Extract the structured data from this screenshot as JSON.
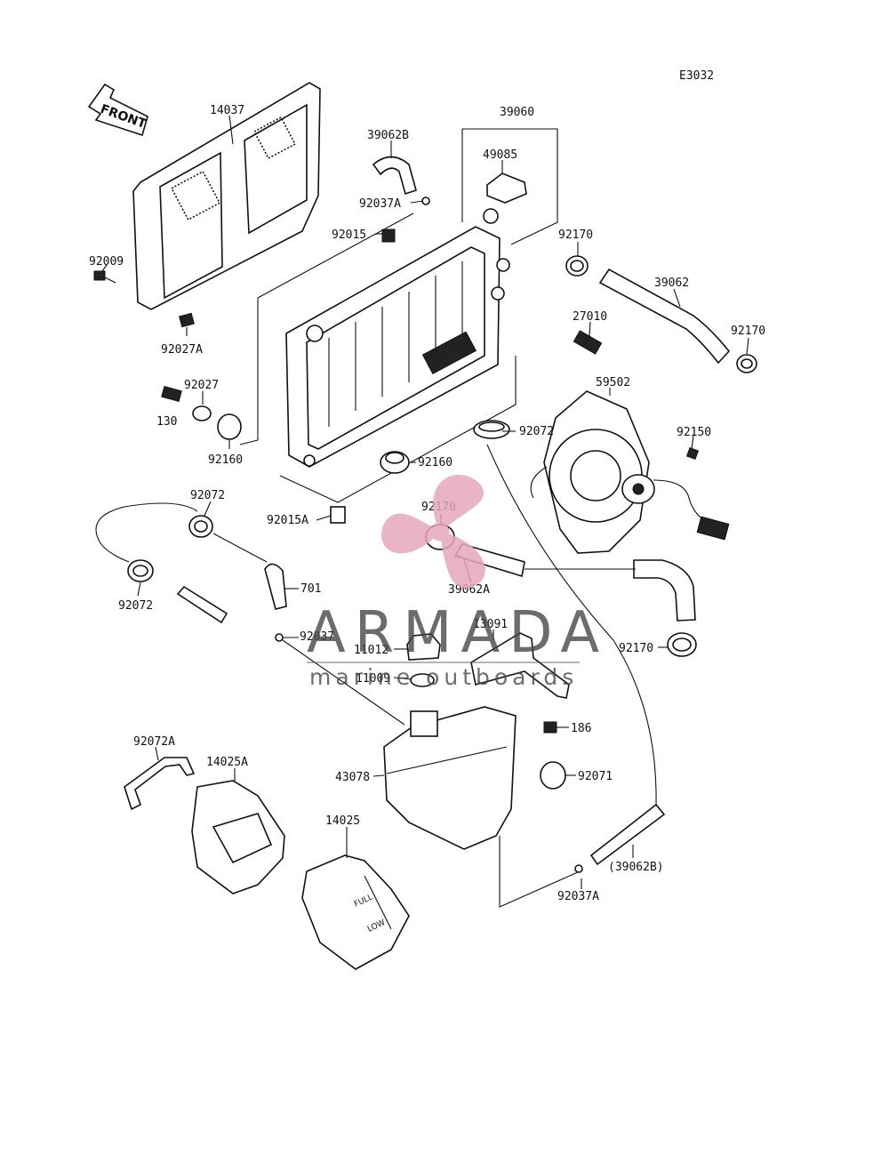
{
  "diagram_code": "E3032",
  "front_arrow_label": "FRONT",
  "watermark": {
    "brand": "ARMADA",
    "tagline": "marine outboards",
    "logo_color": "#e6a6bf"
  },
  "tank_markings": {
    "full": "FULL",
    "low": "LOW"
  },
  "parts": [
    {
      "id": "p14037",
      "text": "14037"
    },
    {
      "id": "p39060",
      "text": "39060"
    },
    {
      "id": "p39062B",
      "text": "39062B"
    },
    {
      "id": "p49085",
      "text": "49085"
    },
    {
      "id": "p92037A_top",
      "text": "92037A"
    },
    {
      "id": "p92015",
      "text": "92015"
    },
    {
      "id": "p92170_a",
      "text": "92170"
    },
    {
      "id": "p39062",
      "text": "39062"
    },
    {
      "id": "p92009",
      "text": "92009"
    },
    {
      "id": "p27010",
      "text": "27010"
    },
    {
      "id": "p92170_b",
      "text": "92170"
    },
    {
      "id": "p92027A",
      "text": "92027A"
    },
    {
      "id": "p92027",
      "text": "92027"
    },
    {
      "id": "p59502",
      "text": "59502"
    },
    {
      "id": "p130",
      "text": "130"
    },
    {
      "id": "p92072_a",
      "text": "92072"
    },
    {
      "id": "p92150",
      "text": "92150"
    },
    {
      "id": "p92160_a",
      "text": "92160"
    },
    {
      "id": "p92160_b",
      "text": "92160"
    },
    {
      "id": "p92072_b",
      "text": "92072"
    },
    {
      "id": "p92170_c",
      "text": "92170"
    },
    {
      "id": "p92015A",
      "text": "92015A"
    },
    {
      "id": "p701",
      "text": "701"
    },
    {
      "id": "p92072_c",
      "text": "92072"
    },
    {
      "id": "p39062A",
      "text": "39062A"
    },
    {
      "id": "p13091",
      "text": "13091"
    },
    {
      "id": "p92037",
      "text": "92037"
    },
    {
      "id": "p11012",
      "text": "11012"
    },
    {
      "id": "p92170_d",
      "text": "92170"
    },
    {
      "id": "p11009",
      "text": "11009"
    },
    {
      "id": "p186",
      "text": "186"
    },
    {
      "id": "p92072A",
      "text": "92072A"
    },
    {
      "id": "p14025A",
      "text": "14025A"
    },
    {
      "id": "p43078",
      "text": "43078"
    },
    {
      "id": "p92071",
      "text": "92071"
    },
    {
      "id": "p14025",
      "text": "14025"
    },
    {
      "id": "p39062B_paren",
      "text": "(39062B)"
    },
    {
      "id": "p92037A_bot",
      "text": "92037A"
    }
  ]
}
